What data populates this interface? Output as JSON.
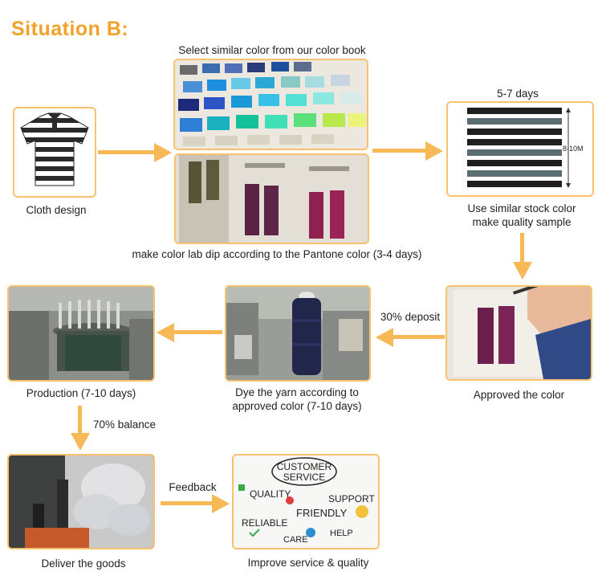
{
  "title": "Situation B:",
  "steps": {
    "cloth_design": "Cloth design",
    "color_book": "Select similar color from our color book",
    "lab_dip": "make color lab dip according to the Pantone color (3-4 days)",
    "days_label": "5-7 days",
    "stock_sample_line1": "Use similar stock color",
    "stock_sample_line2": "make quality sample",
    "approved": "Approved the color",
    "dye_line1": "Dye the yarn according to",
    "dye_line2": "approved color (7-10 days)",
    "production": "Production (7-10 days)",
    "deliver": "Deliver the goods",
    "improve": "Improve service & quality"
  },
  "arrows": {
    "deposit": "30% deposit",
    "balance": "70% balance",
    "feedback": "Feedback"
  },
  "fabric_dimension": "8-10M",
  "service_words": {
    "customer": "CUSTOMER",
    "service": "SERVICE",
    "quality": "QUALITY",
    "support": "SUPPORT",
    "friendly": "FRIENDLY",
    "reliable": "RELIABLE",
    "care": "CARE",
    "help": "HELP"
  },
  "colors": {
    "accent": "#f3a128",
    "border": "#f7c16d",
    "arrow": "#f7b955"
  }
}
